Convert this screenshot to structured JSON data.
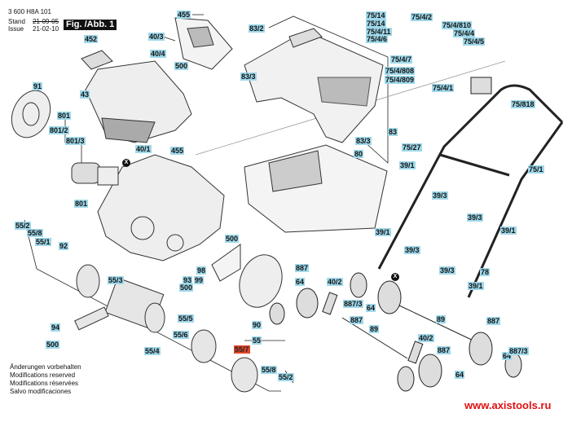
{
  "header": {
    "part_number": "3 600 H8A 101",
    "stand_label": "Stand",
    "stand_date": "21-09-05",
    "issue_label": "Issue",
    "issue_date": "21-02-10",
    "figure": "Fig. /Abb. 1"
  },
  "labels": [
    "455",
    "40/3",
    "452",
    "40/4",
    "500",
    "91",
    "43",
    "801",
    "801/2",
    "801/3",
    "455",
    "40/1",
    "801",
    "83/2",
    "83/3",
    "83",
    "83/3",
    "80",
    "75/14",
    "75/14",
    "75/4/11",
    "75/4/6",
    "75/4/2",
    "75/4/810",
    "75/4/4",
    "75/4/5",
    "75/4/7",
    "75/4/808",
    "75/4/809",
    "75/4/1",
    "75/818",
    "75/27",
    "39/1",
    "75/1",
    "39/3",
    "39/3",
    "39/1",
    "39/1",
    "55/2",
    "55/8",
    "55/1",
    "92",
    "55/3",
    "500",
    "98",
    "93",
    "99",
    "500",
    "94",
    "500",
    "90",
    "887",
    "64",
    "55/5",
    "55/6",
    "55/4",
    "55",
    "55/7",
    "55/8",
    "55/2",
    "40/2",
    "887/3",
    "64",
    "887",
    "89",
    "39/3",
    "39/3",
    "78",
    "39/1",
    "89",
    "887",
    "64",
    "887/3",
    "40/2",
    "887",
    "64"
  ],
  "connector_mark": "X",
  "notes": [
    "Änderungen vorbehalten",
    "Modifications reserved",
    "Modifications réservées",
    "Salvo modificaciones"
  ],
  "watermark": "www.axistools.ru",
  "colors": {
    "label_bg": "#9fd8ea",
    "highlight_label": "#e2452b",
    "watermark": "#e01010"
  }
}
